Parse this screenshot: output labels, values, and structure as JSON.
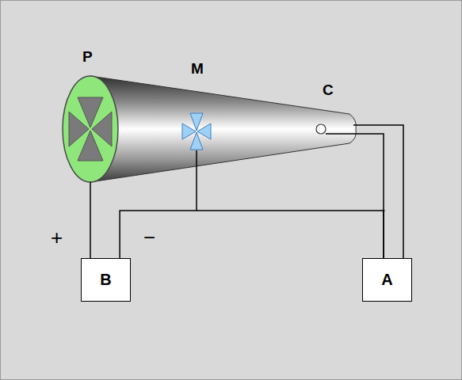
{
  "diagram": {
    "nodes": [
      {
        "text": [
          "B"
        ]
      },
      {
        "text": [
          "A"
        ]
      }
    ],
    "edges": [
      {
        "from": 0,
        "to": 1,
        "arrow": "none"
      }
    ],
    "labels": [
      "P",
      "M",
      "C",
      "+",
      "−"
    ]
  }
}
